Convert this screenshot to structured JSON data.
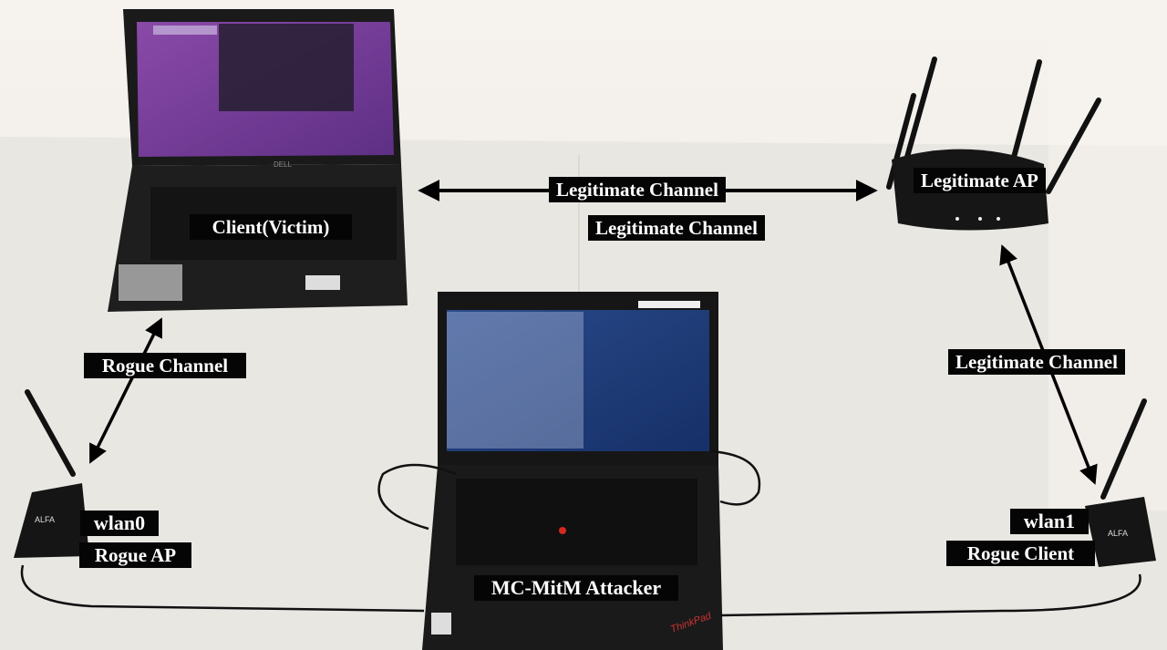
{
  "labels": {
    "legit_top": "Legitimate Channel",
    "legit_mid": "Legitimate Channel",
    "legit_right": "Legitimate Channel",
    "legit_ap": "Legitimate AP",
    "client": "Client(Victim)",
    "rogue_channel": "Rogue Channel",
    "wlan0": "wlan0",
    "rogue_ap": "Rogue AP",
    "wlan1": "wlan1",
    "rogue_client": "Rogue Client",
    "attacker": "MC-MitM Attacker"
  },
  "device_marks": {
    "laptop_brand": "DELL",
    "sticker_brand": "ALFA",
    "adapter_brand": "ALFA",
    "thinkpad": "ThinkPad"
  },
  "colors": {
    "wall": "#f4f1ec",
    "table": "#eceae6",
    "label_bg": "#050505",
    "label_fg": "#ffffff",
    "screen_purple": "#7a3f9a",
    "screen_blue": "#1e3a78",
    "arrow": "#000000"
  }
}
